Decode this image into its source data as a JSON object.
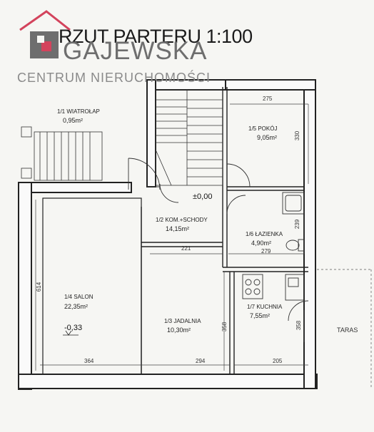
{
  "title": "RZUT PARTERU 1:100",
  "logo": {
    "name": "GAJEWSKA",
    "subtitle": "CENTRUM NIERUCHOMOŚCI",
    "colors": {
      "roof": "#d3435c",
      "mark": "#6e6e6e"
    }
  },
  "rooms": {
    "wiatrolap": {
      "label": "1/1 WIATROŁAP",
      "area": "0,95m²"
    },
    "komunikacja": {
      "label": "1/2 KOM.+SCHODY",
      "area": "14,15m²"
    },
    "jadalnia": {
      "label": "1/3 JADALNIA",
      "area": "10,30m²"
    },
    "salon": {
      "label": "1/4 SALON",
      "area": "22,35m²"
    },
    "pokoj": {
      "label": "1/5 POKÓJ",
      "area": "9,05m²"
    },
    "lazienka": {
      "label": "1/6 ŁAZIENKA",
      "area": "4,90m²"
    },
    "kuchnia": {
      "label": "1/7 KUCHNIA",
      "area": "7,55m²"
    }
  },
  "levels": {
    "ground": "±0,00",
    "salon": "-0,33"
  },
  "dimensions": {
    "pokoj_width": "275",
    "pokoj_height": "330",
    "komunikacja_width": "221",
    "lazienka_width": "279",
    "lazienka_height": "239",
    "salon_height": "614",
    "salon_width": "364",
    "jadalnia_width": "294",
    "jadalnia_height": "358",
    "kuchnia_width": "205",
    "kuchnia_height": "358"
  },
  "outside": {
    "terrace": "TARAS"
  }
}
